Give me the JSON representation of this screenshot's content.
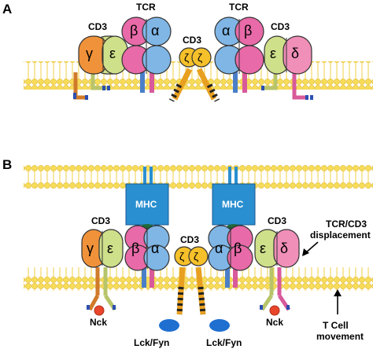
{
  "panels": {
    "a": {
      "letter": "A",
      "labels": {
        "cd3_left": "CD3",
        "tcr_left": "TCR",
        "cd3_zeta": "CD3",
        "tcr_right": "TCR",
        "cd3_right": "CD3"
      },
      "greek": {
        "gamma": "γ",
        "epsilon_l": "ε",
        "beta_l": "β",
        "alpha_l": "α",
        "zeta_1": "ζ",
        "zeta_2": "ζ",
        "alpha_r": "α",
        "beta_r": "β",
        "epsilon_r": "ε",
        "delta": "δ"
      }
    },
    "b": {
      "letter": "B",
      "labels": {
        "mhc_left": "MHC",
        "mhc_right": "MHC",
        "cd3_left": "CD3",
        "cd3_zeta": "CD3",
        "cd3_right": "CD3",
        "nck_left": "Nck",
        "nck_right": "Nck",
        "lck_left": "Lck/Fyn",
        "lck_right": "Lck/Fyn",
        "displacement_1": "TCR/CD3",
        "displacement_2": "displacement",
        "movement_1": "T Cell",
        "movement_2": "movement"
      },
      "greek": {
        "gamma": "γ",
        "epsilon_l": "ε",
        "beta_l": "β",
        "alpha_l": "α",
        "zeta_1": "ζ",
        "zeta_2": "ζ",
        "alpha_r": "α",
        "beta_r": "β",
        "epsilon_r": "ε",
        "delta": "δ"
      }
    }
  },
  "colors": {
    "gamma": "#f0923a",
    "epsilon": "#cfe08a",
    "delta": "#f08fb8",
    "beta": "#e86aa8",
    "alpha": "#7fb6e6",
    "zeta": "#f5c02a",
    "mhc": "#2a8fd0",
    "nck": "#e8452a",
    "lck": "#1f6fd0",
    "membrane": "#f7dc58"
  }
}
